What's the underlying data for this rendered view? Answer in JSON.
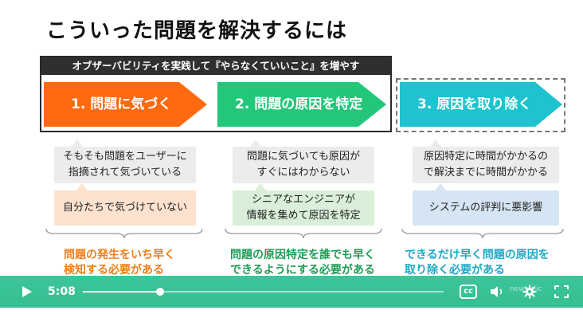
{
  "slide": {
    "title": "こういった問題を解決するには",
    "banner": "オブザーバビリティを実践して『やらなくていいこと』を増やす",
    "steps": [
      {
        "label": "1. 問題に気づく",
        "color": "#ff6a10"
      },
      {
        "label": "2. 問題の原因を特定",
        "color": "#22c77a"
      },
      {
        "label": "3. 原因を取り除く",
        "color": "#1ec3cf"
      }
    ],
    "problems": [
      [
        "そもそも問題をユーザーに",
        "指摘されて気づいている"
      ],
      [
        "問題に気づいても原因が",
        "すぐにはわからない"
      ],
      [
        "原因特定に時間がかかるの",
        "で解決までに時間がかかる"
      ]
    ],
    "consequences": [
      {
        "lines": [
          "自分たちで気づけていない"
        ],
        "bg": "#fde2cf"
      },
      {
        "lines": [
          "シニアなエンジニアが",
          "情報を集めて原因を特定"
        ],
        "bg": "#d9efd9"
      },
      {
        "lines": [
          "システムの評判に悪影響"
        ],
        "bg": "#d6e5f4"
      }
    ],
    "needs": [
      {
        "lines": [
          "問題の発生をいち早く",
          "検知する必要がある"
        ],
        "color": "#f07d1a"
      },
      {
        "lines": [
          "問題の原因特定を誰でも早く",
          "できるようにする必要がある"
        ],
        "color": "#1d9e55"
      },
      {
        "lines": [
          "できるだけ早く問題の原因を",
          "取り除く必要がある"
        ],
        "color": "#1ea8c6"
      }
    ]
  },
  "player": {
    "time": "5:08",
    "progress": 0.215,
    "cc_label": "cc",
    "watermark_right": "new relic"
  }
}
